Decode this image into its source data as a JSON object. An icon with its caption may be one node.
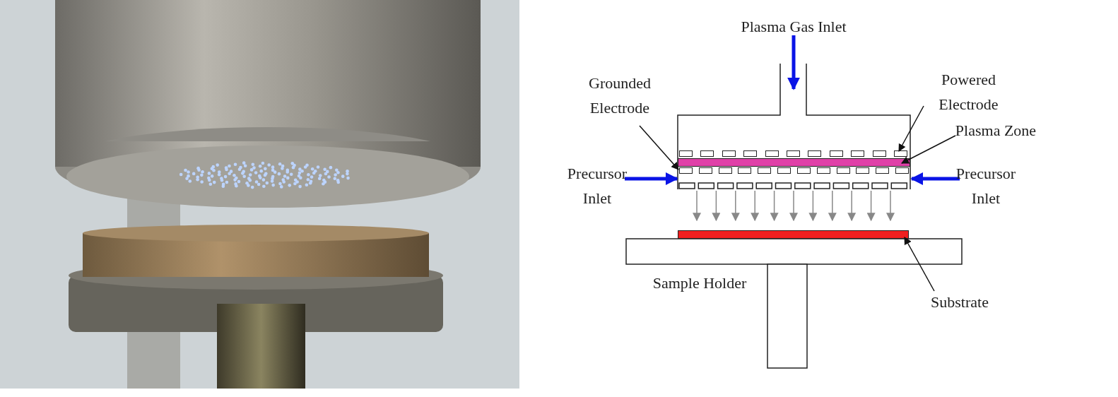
{
  "diagram": {
    "nodes": [
      {
        "text": [
          "Grounded Electrode"
        ]
      },
      {
        "text": [
          "Powered Electrode"
        ]
      },
      {
        "text": [
          "Plasma Zone"
        ]
      },
      {
        "text": [
          "Substrate"
        ]
      },
      {
        "text": [],
        "shape": "bar"
      },
      {
        "text": [],
        "shape": "bar"
      },
      {
        "text": [],
        "shape": "bar"
      },
      {
        "text": [],
        "shape": "bar"
      }
    ],
    "edges": [
      {
        "from": 0,
        "to": 6,
        "arrow": "to"
      },
      {
        "from": 1,
        "to": 4,
        "arrow": "to"
      },
      {
        "from": 2,
        "to": 5,
        "arrow": "to"
      },
      {
        "from": 3,
        "to": 7,
        "arrow": "to"
      }
    ],
    "labels": [
      "Plasma Gas Inlet",
      "Precursor Inlet",
      "Precursor Inlet",
      "Sample Holder"
    ]
  }
}
